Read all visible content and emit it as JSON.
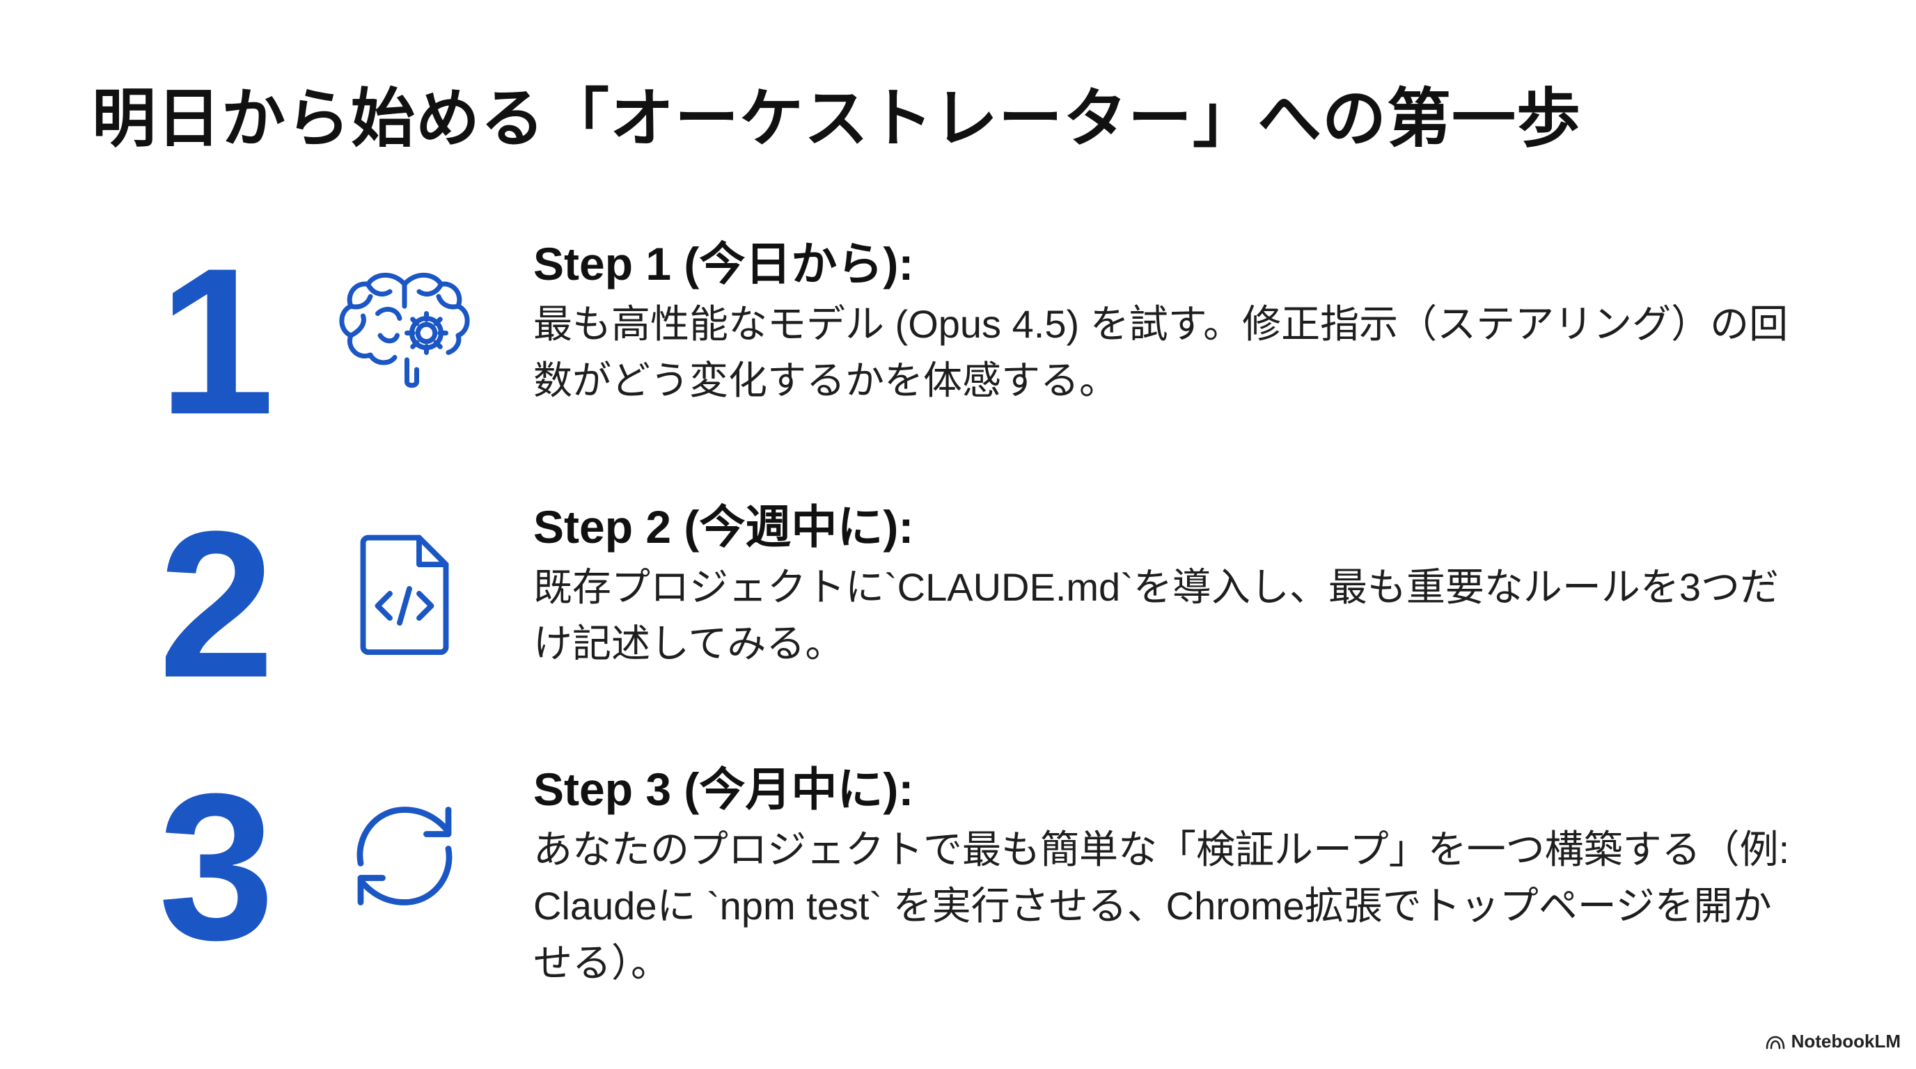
{
  "slide": {
    "title": "明日から始める「オーケストレーター」への第一歩",
    "steps": [
      {
        "number": "1",
        "icon": "brain-gear-icon",
        "heading": "Step 1 (今日から):",
        "body": "最も高性能なモデル (Opus 4.5) を試す。修正指示（ステアリング）の回数がどう変化するかを体感する。"
      },
      {
        "number": "2",
        "icon": "code-file-icon",
        "heading": "Step 2 (今週中に):",
        "body": "既存プロジェクトに`CLAUDE.md`を導入し、最も重要なルールを3つだけ記述してみる。"
      },
      {
        "number": "3",
        "icon": "refresh-cycle-icon",
        "heading": "Step 3 (今月中に):",
        "body": "あなたのプロジェクトで最も簡単な「検証ループ」を一つ構築する（例: Claudeに `npm test` を実行させる、Chrome拡張でトップページを開かせる）。"
      }
    ],
    "footer": {
      "brand": "NotebookLM",
      "icon": "notebooklm-logo-icon"
    }
  },
  "colors": {
    "accent": "#1a56c4",
    "text": "#111111",
    "background": "#ffffff"
  }
}
